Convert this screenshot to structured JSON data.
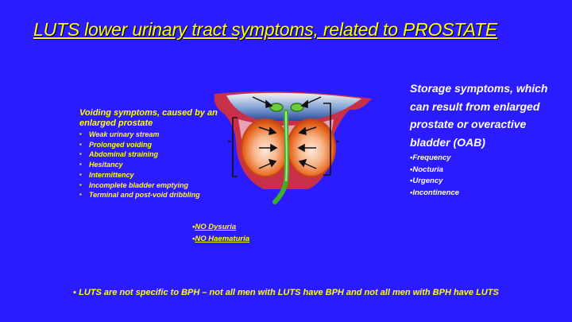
{
  "title": "LUTS lower urinary tract symptoms, related to PROSTATE",
  "voiding": {
    "heading": "Voiding symptoms, caused by  an enlarged prostate",
    "items": [
      "Weak urinary stream",
      "Prolonged voiding",
      "Abdominal straining",
      "Hesitancy",
      "Intermittency",
      "Incomplete bladder emptying",
      "Terminal and post-void dribbling"
    ]
  },
  "storage": {
    "heading": "Storage symptoms, which can result from enlarged prostate or overactive bladder (OAB)",
    "items": [
      "▪Frequency",
      "▪Nocturia",
      "▪Urgency",
      "▪Incontinence"
    ]
  },
  "negatives": {
    "marker": "▪",
    "items": [
      "NO Dysuria",
      "NO Haematuria"
    ]
  },
  "footer": "▪ LUTS are not specific to BPH – not all men with LUTS have BPH and not all men with BPH have LUTS",
  "colors": {
    "background": "#2b1bff",
    "accent": "#ffff00",
    "storage_text": "#ffffff",
    "prostate": "#e5541a",
    "bladder_wall": "#c8304a",
    "urethra": "#3fae2a"
  }
}
